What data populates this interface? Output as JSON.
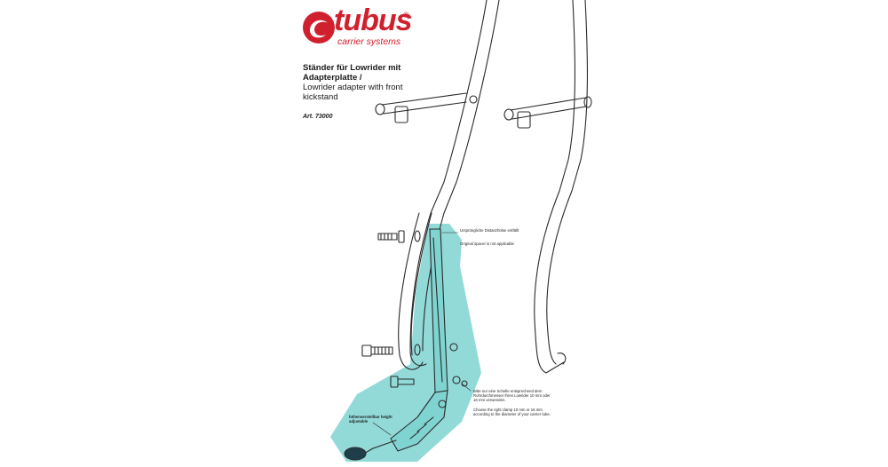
{
  "logo": {
    "brand": "tubus",
    "registered": "®",
    "tagline": "carrier systems",
    "brand_color": "#d0202e"
  },
  "title": {
    "line_de": "Ständer für Lowrider mit Adapterplatte /",
    "line_en": "Lowrider adapter with front kickstand"
  },
  "article": "Art. 73000",
  "notes": {
    "spacer_de": "Ursprüngliche Distanzhülse entfällt",
    "spacer_en": "Original spacer is not applicable",
    "clamp_de": "Bitte nur eine Schelle entsprechend dem Rohrdurchmesser Ihres Lowrider 10 mm oder 16 mm verwenden.",
    "clamp_en": "Choose the right clamp 10 mm or 16 mm according to the diameter of your carrier tube.",
    "height": "höhenverstellbar height adjustable"
  },
  "colors": {
    "highlight": "#7fd4d1",
    "line": "#2a2a2a"
  }
}
